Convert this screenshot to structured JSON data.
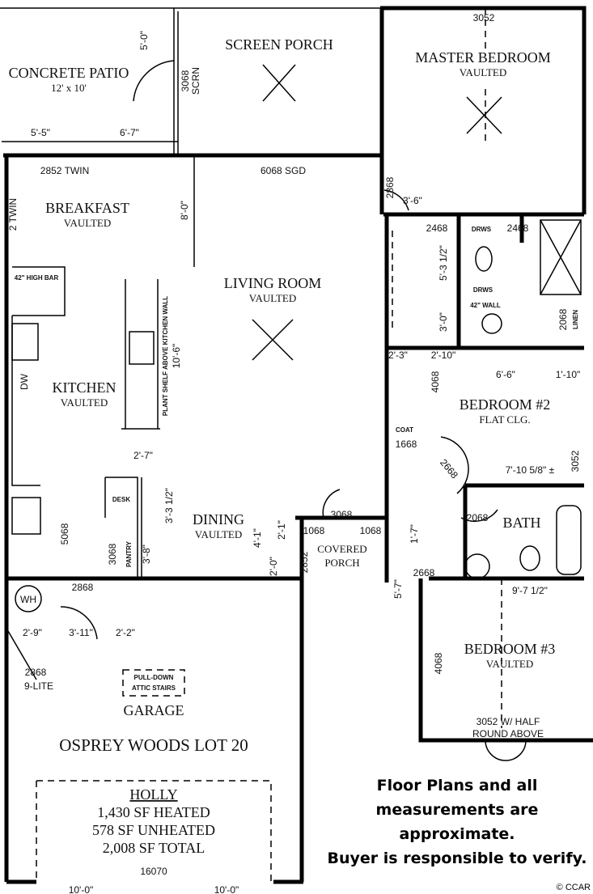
{
  "rooms": {
    "patio": {
      "name": "CONCRETE PATIO",
      "size": "12' x 10'"
    },
    "screen_porch": {
      "name": "SCREEN PORCH"
    },
    "master": {
      "name": "MASTER BEDROOM",
      "ceiling": "VAULTED"
    },
    "breakfast": {
      "name": "BREAKFAST",
      "ceiling": "VAULTED"
    },
    "living": {
      "name": "LIVING ROOM",
      "ceiling": "VAULTED"
    },
    "kitchen": {
      "name": "KITCHEN",
      "ceiling": "VAULTED"
    },
    "dining": {
      "name": "DINING",
      "ceiling": "VAULTED"
    },
    "covered_porch": {
      "name": "COVERED",
      "name2": "PORCH"
    },
    "bedroom2": {
      "name": "BEDROOM #2",
      "ceiling": "FLAT CLG."
    },
    "bath": {
      "name": "BATH"
    },
    "bedroom3": {
      "name": "BEDROOM #3",
      "ceiling": "VAULTED"
    },
    "garage": {
      "name": "GARAGE"
    }
  },
  "labels": {
    "d_5_0": "5'-0\"",
    "d_5_5": "5'-5\"",
    "d_6_7": "6'-7\"",
    "scrn_door": "3068",
    "scrn": "SCRN",
    "master_win": "3052",
    "twin1": "2852 TWIN",
    "twin2": "2 TWIN",
    "sgd": "6068 SGD",
    "d_8_0": "8'-0\"",
    "m_door": "2868",
    "d_3_6": "3'-6\"",
    "c1": "2468",
    "c2": "2468",
    "drws1": "DRWS",
    "drws2": "DRWS",
    "wall42": "42\" WALL",
    "d_5_3": "5'-3 1/2\"",
    "d_3_0": "3'-0\"",
    "linen_door": "2068",
    "linen": "LINEN",
    "high_bar": "42\" HIGH BAR",
    "plant_shelf": "PLANT SHELF ABOVE KITCHEN WALL",
    "d_10_6": "10'-6\"",
    "dw": "DW",
    "d_2_7": "2'-7\"",
    "desk": "DESK",
    "d_3_3": "3'-3 1/2\"",
    "pantry": "PANTRY",
    "d_3_8": "3'-8\"",
    "door5068": "5068",
    "door3068b": "3068",
    "door2868": "2868",
    "wh": "WH",
    "d_2_9": "2'-9\"",
    "d_3_11": "3'-11\"",
    "d_2_2": "2'-2\"",
    "garage_door": "2868",
    "nine_lite": "9-LITE",
    "attic": "PULL-DOWN",
    "attic2": "ATTIC STAIRS",
    "porch_door": "3068",
    "p1068a": "1068",
    "p1068b": "1068",
    "p2852": "2852",
    "d_4_1": "4'-1\"",
    "d_2_0": "2'-0\"",
    "d_2_1": "2'-1\"",
    "d_2_3": "2'-3\"",
    "d_2_10": "2'-10\"",
    "d_6_6": "6'-6\"",
    "d_1_10": "1'-10\"",
    "b2_closet": "4068",
    "coat": "COAT",
    "coat_door": "1668",
    "b2_door": "2668",
    "d_7_10": "7'-10 5/8\" ±",
    "b2_win": "3052",
    "bath_door": "2068",
    "d_1_7": "1'-7\"",
    "d_5_7": "5'-7\"",
    "b3_door": "2668",
    "d_9_7": "9'-7 1/2\"",
    "b3_closet": "4068",
    "b3_win": "3052 W/ HALF",
    "b3_win2": "ROUND ABOVE",
    "garage_door_big": "16070",
    "d_10_0a": "10'-0\"",
    "d_10_0b": "10'-0\""
  },
  "title": "OSPREY WOODS LOT 20",
  "summary": {
    "model": "HOLLY",
    "heated": "1,430 SF HEATED",
    "unheated": "578 SF UNHEATED",
    "total": "2,008 SF TOTAL"
  },
  "disclaimer": [
    "Floor Plans and all",
    "measurements are",
    "approximate.",
    "Buyer is responsible to verify."
  ],
  "copyright": "© CCAR"
}
